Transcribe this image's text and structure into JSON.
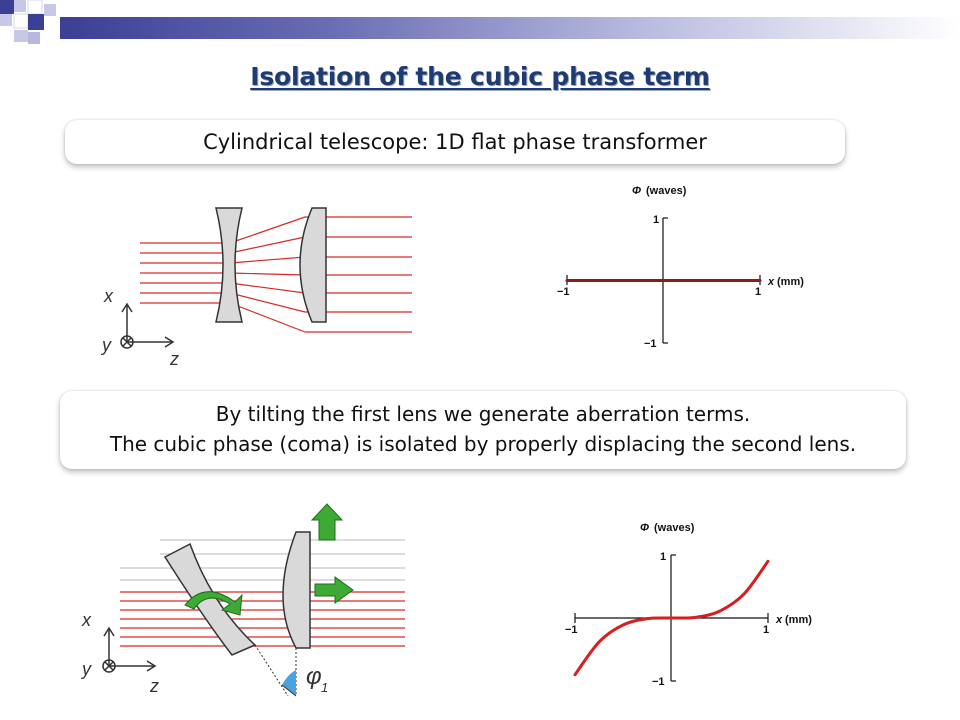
{
  "slide": {
    "title": "Isolation of the cubic phase term"
  },
  "callout_top": {
    "text": "Cylindrical telescope: 1D flat phase transformer"
  },
  "callout_middle": {
    "line1": "By tilting the first lens we generate aberration terms.",
    "line2": "The cubic phase (coma) is isolated by properly displacing the second lens."
  },
  "diagram_top": {
    "axis_x": "x",
    "axis_y": "y",
    "axis_z": "z"
  },
  "diagram_bottom": {
    "axis_x": "x",
    "axis_y": "y",
    "axis_z": "z",
    "angle_label": "φ",
    "angle_subscript": "1"
  },
  "plot_top": {
    "ylabel_symbol": "Φ",
    "ylabel_unit": "(waves)",
    "xlabel_symbol": "x",
    "xlabel_unit": "(mm)",
    "y_tick_top": "1",
    "y_tick_bottom": "−1",
    "x_tick_left": "−1",
    "x_tick_right": "1"
  },
  "plot_bottom": {
    "ylabel_symbol": "Φ",
    "ylabel_unit": "(waves)",
    "xlabel_symbol": "x",
    "xlabel_unit": "(mm)",
    "y_tick_top": "1",
    "y_tick_bottom": "−1",
    "x_tick_left": "−1",
    "x_tick_right": "1"
  },
  "colors": {
    "ray_red": "#d62b2b",
    "ray_gray": "#c8c8c8",
    "lens_fill": "#d9d9d9",
    "arrow_green": "#3daa35",
    "angle_blue": "#4aa3df",
    "flat_phase": "#8b1a1a",
    "cubic_phase": "#d61f1f",
    "title_color": "#1f3b73"
  },
  "chart_data": [
    {
      "type": "line",
      "title": "",
      "xlabel": "x (mm)",
      "ylabel": "Φ (waves)",
      "xlim": [
        -1,
        1
      ],
      "ylim": [
        -1,
        1
      ],
      "x_ticks": [
        -1,
        1
      ],
      "y_ticks": [
        -1,
        1
      ],
      "series": [
        {
          "x": [
            -1,
            -0.5,
            0,
            0.5,
            1
          ],
          "y": [
            0,
            0,
            0,
            0,
            0
          ]
        }
      ]
    },
    {
      "type": "line",
      "title": "",
      "xlabel": "x (mm)",
      "ylabel": "Φ (waves)",
      "xlim": [
        -1,
        1
      ],
      "ylim": [
        -1,
        1
      ],
      "x_ticks": [
        -1,
        1
      ],
      "y_ticks": [
        -1,
        1
      ],
      "series": [
        {
          "x": [
            -1,
            -0.75,
            -0.5,
            -0.25,
            0,
            0.25,
            0.5,
            0.75,
            1
          ],
          "y": [
            -0.9,
            -0.38,
            -0.11,
            -0.01,
            0,
            0.01,
            0.11,
            0.38,
            0.9
          ]
        }
      ]
    }
  ]
}
